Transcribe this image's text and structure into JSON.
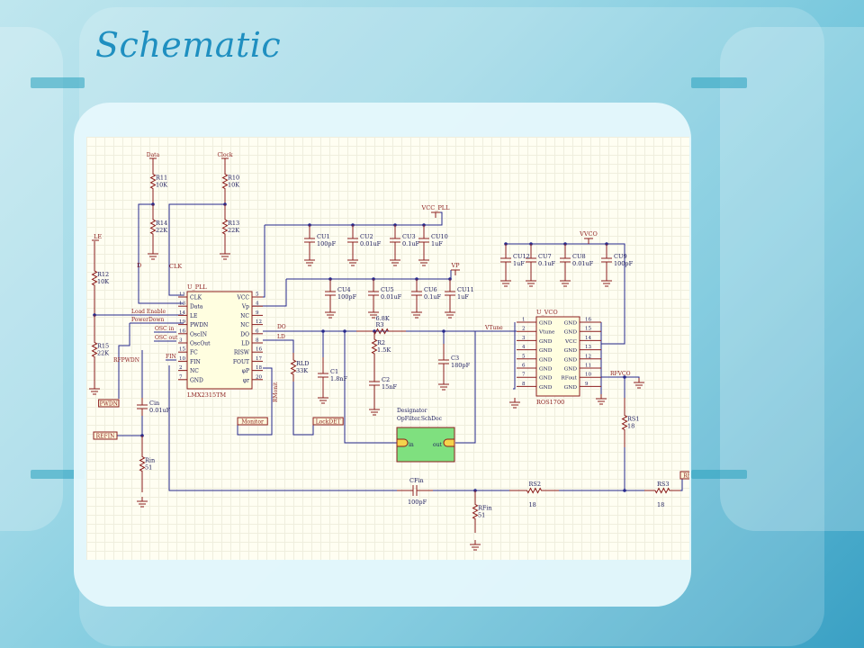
{
  "slide": {
    "title": "Schematic"
  },
  "colors": {
    "wire": "#26288c",
    "component": "#8b1d1d",
    "text": "#202060",
    "power": "#8b1d1d",
    "subsheet_fill": "#7fe07f"
  },
  "schematic": {
    "ports": {
      "data": "Data",
      "clock": "Clock",
      "le": "LE",
      "vcc_pll": "VCC_PLL",
      "vp": "VP",
      "vvco": "VVCO",
      "refin": "REFIN",
      "pwdn": "PWDN",
      "monitor": "Monitor",
      "lockdet": "LockDET",
      "rfvco": "RFVCO",
      "rfout": "RFOut"
    },
    "net_labels": {
      "d": "D",
      "clk": "CLK",
      "load_enable": "Load Enable",
      "power_down": "PowerDown",
      "osc_in": "OSC in",
      "osc_out": "OSC out",
      "fin": "FIN",
      "do": "DO",
      "ld": "LD",
      "vtune": "VTune",
      "rfpwdn": "RFPWDN",
      "rmonit": "RMonit"
    },
    "resistors": {
      "r11": {
        "name": "R11",
        "value": "10K"
      },
      "r14": {
        "name": "R14",
        "value": "22K"
      },
      "r10": {
        "name": "R10",
        "value": "10K"
      },
      "r13": {
        "name": "R13",
        "value": "22K"
      },
      "r12": {
        "name": "R12",
        "value": "10K"
      },
      "r15": {
        "name": "R15",
        "value": "22K"
      },
      "r3": {
        "name": "R3",
        "value": "6.8K"
      },
      "r2": {
        "name": "R2",
        "value": "1.5K"
      },
      "rld": {
        "name": "RLD",
        "value": "33K"
      },
      "rin": {
        "name": "Rin",
        "value": "51"
      },
      "rfin": {
        "name": "RFin",
        "value": "51"
      },
      "rs1": {
        "name": "RS1",
        "value": "18"
      },
      "rs2": {
        "name": "RS2",
        "value": "18"
      },
      "rs3": {
        "name": "RS3",
        "value": "18"
      }
    },
    "capacitors": {
      "cu1": {
        "name": "CU1",
        "value": "100pF"
      },
      "cu2": {
        "name": "CU2",
        "value": "0.01uF"
      },
      "cu3": {
        "name": "CU3",
        "value": "0.1uF"
      },
      "cu10": {
        "name": "CU10",
        "value": "1uF"
      },
      "cu4": {
        "name": "CU4",
        "value": "100pF"
      },
      "cu5": {
        "name": "CU5",
        "value": "0.01uF"
      },
      "cu6": {
        "name": "CU6",
        "value": "0.1uF"
      },
      "cu11": {
        "name": "CU11",
        "value": "1uF"
      },
      "cu12": {
        "name": "CU12",
        "value": "1uF"
      },
      "cu7": {
        "name": "CU7",
        "value": "0.1uF"
      },
      "cu8": {
        "name": "CU8",
        "value": "0.01uF"
      },
      "cu9": {
        "name": "CU9",
        "value": "100pF"
      },
      "c1": {
        "name": "C1",
        "value": "1.8nF"
      },
      "c2": {
        "name": "C2",
        "value": "15nF"
      },
      "c3": {
        "name": "C3",
        "value": "180pF"
      },
      "cin": {
        "name": "Cin",
        "value": "0.01uF"
      },
      "cfin": {
        "name": "CFin",
        "value": "100pF"
      }
    },
    "pll": {
      "designator": "U_PLL",
      "part": "LMX2315TM",
      "left_pins": [
        "11",
        "13",
        "14",
        "19",
        "16",
        "3",
        "15",
        "10",
        "2",
        "7"
      ],
      "left_names": [
        "CLK",
        "Data",
        "LE",
        "PWDN",
        "OscIN",
        "OscOut",
        "FC",
        "FIN",
        "NC",
        "GND"
      ],
      "right_pins": [
        "5",
        "4",
        "9",
        "12",
        "6",
        "8",
        "16",
        "17",
        "18",
        "20"
      ],
      "right_names": [
        "VCC",
        "Vp",
        "NC",
        "NC",
        "DO",
        "LD",
        "RISW",
        "FOUT",
        "φP",
        "φr"
      ]
    },
    "vco": {
      "designator": "U_VCO",
      "part": "ROS1700",
      "left_pins": [
        "1",
        "2",
        "3",
        "4",
        "5",
        "6",
        "7",
        "8"
      ],
      "left_names": [
        "GND",
        "Vtune",
        "GND",
        "GND",
        "GND",
        "GND",
        "GND",
        "GND"
      ],
      "right_pins": [
        "16",
        "15",
        "14",
        "13",
        "12",
        "11",
        "10",
        "9"
      ],
      "right_names": [
        "GND",
        "GND",
        "VCC",
        "GND",
        "GND",
        "GND",
        "RFout",
        "GND"
      ]
    },
    "subsheet": {
      "designator": "Designator",
      "filename": "OpFilter.SchDoc",
      "in_port": "in",
      "out_port": "out"
    }
  }
}
